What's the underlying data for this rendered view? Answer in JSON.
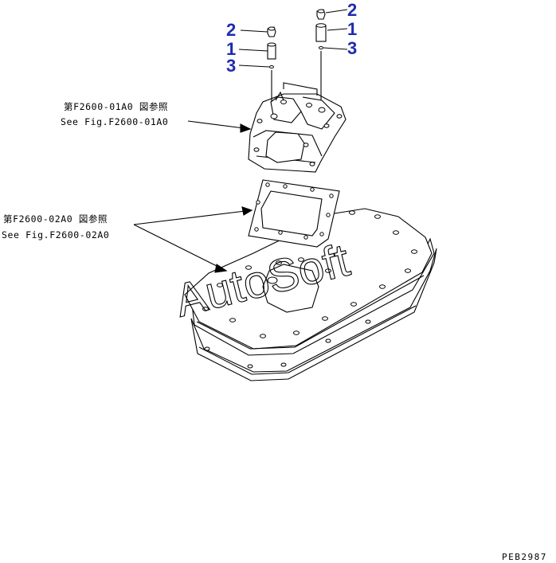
{
  "callouts": {
    "left_2": "2",
    "left_1": "1",
    "left_3": "3",
    "right_2": "2",
    "right_1": "1",
    "right_3": "3"
  },
  "references": {
    "valve_body_jp": "第F2600-01A0 図参照",
    "valve_body_en": "See Fig.F2600-01A0",
    "plate_jp": "第F2600-02A0 図参照",
    "plate_en": "See Fig.F2600-02A0"
  },
  "watermark": "AutoSoft",
  "drawing_code": "PEB2987"
}
